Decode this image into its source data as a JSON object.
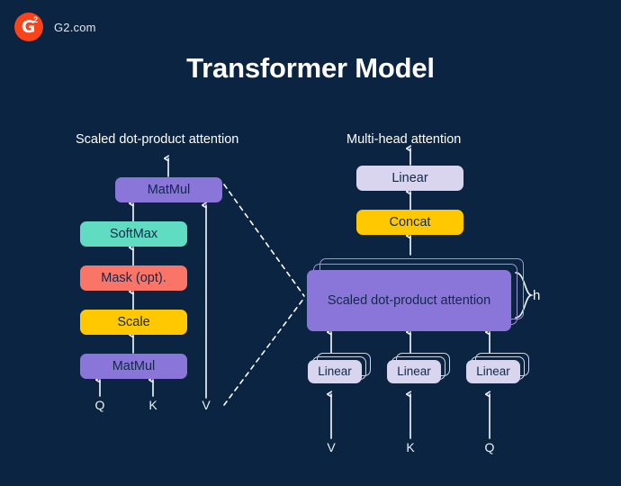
{
  "brand": {
    "logo_icon": "g2-logo-icon",
    "logo_letter": "G",
    "logo_superscript": "2",
    "name": "G2.com"
  },
  "page": {
    "title": "Transformer Model",
    "background_color": "#0b2441"
  },
  "colors": {
    "purple": "#8a76d8",
    "teal": "#5fdcc2",
    "coral": "#fb7468",
    "yellow": "#ffc800",
    "lavender": "#d9d5ef",
    "text_on_node": "#10294a",
    "wire": "#e8eef5",
    "brand_orange": "#f9431a"
  },
  "diagram": {
    "left": {
      "caption": "Scaled dot-product attention",
      "nodes": [
        {
          "label": "MatMul",
          "color_key": "purple"
        },
        {
          "label": "SoftMax",
          "color_key": "teal"
        },
        {
          "label": "Mask (opt).",
          "color_key": "coral"
        },
        {
          "label": "Scale",
          "color_key": "yellow"
        },
        {
          "label": "MatMul",
          "color_key": "purple"
        }
      ],
      "inputs": [
        "Q",
        "K",
        "V"
      ]
    },
    "right": {
      "caption": "Multi-head attention",
      "nodes": [
        {
          "label": "Linear",
          "color_key": "lavender"
        },
        {
          "label": "Concat",
          "color_key": "yellow"
        },
        {
          "label": "Scaled dot-product attention",
          "color_key": "purple"
        }
      ],
      "linear_row": [
        "Linear",
        "Linear",
        "Linear"
      ],
      "heads_label": "h",
      "inputs": [
        "V",
        "K",
        "Q"
      ]
    }
  }
}
